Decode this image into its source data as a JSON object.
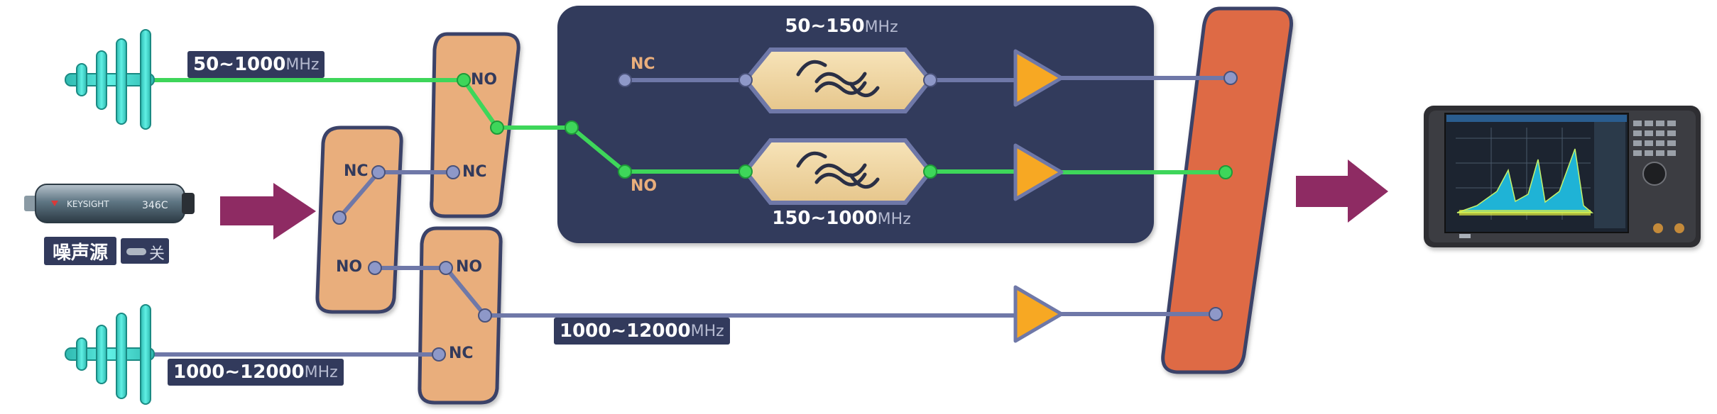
{
  "antenna_top": {
    "freq_num": "50~1000",
    "freq_unit": "MHz"
  },
  "antenna_bottom": {
    "freq_num": "1000~12000",
    "freq_unit": "MHz"
  },
  "noise_source": {
    "brand": "KEYSIGHT",
    "model": "346C",
    "label": "噪声源",
    "state": "关"
  },
  "switch_a": {
    "nc": "NC",
    "no": "NO"
  },
  "switch_b": {
    "no": "NO",
    "nc": "NC"
  },
  "switch_c": {
    "no": "NO",
    "nc": "NC"
  },
  "filter_box": {
    "top": {
      "port": "NC",
      "freq_num": "50~150",
      "freq_unit": "MHz"
    },
    "bottom": {
      "port": "NO",
      "freq_num": "150~1000",
      "freq_unit": "MHz"
    }
  },
  "high_path": {
    "freq_num": "1000~12000",
    "freq_unit": "MHz"
  },
  "colors": {
    "active_line": "#3ed65a",
    "idle_line": "#6f78a8",
    "switch_fill": "#e9ae7c",
    "switch_stroke": "#3a4268",
    "panel": "#323a5c",
    "combiner": "#de6a44",
    "amplifier": "#f7a823",
    "arrow": "#8e2b63",
    "antenna": "#3ed2c8",
    "label_bg": "#323a5c",
    "unit_text": "#b4b9cf"
  }
}
